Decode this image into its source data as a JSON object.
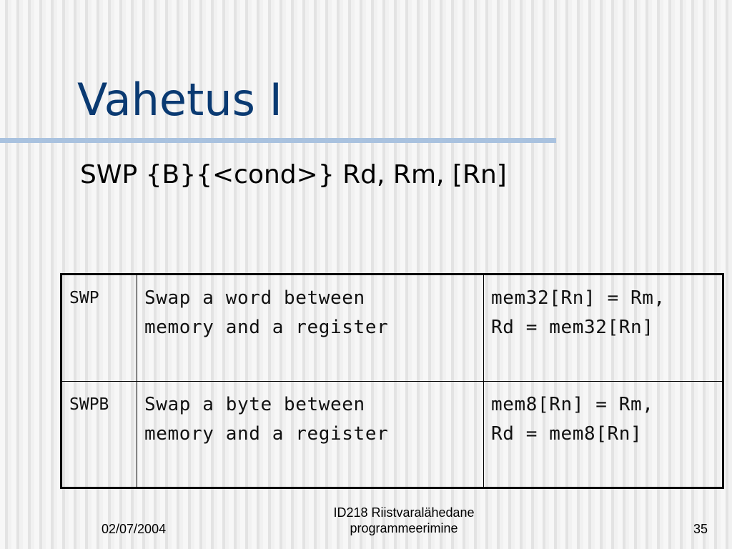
{
  "slide": {
    "title": "Vahetus I",
    "syntax": "SWP {B}{<cond>} Rd, Rm, [Rn]"
  },
  "table": {
    "rows": [
      {
        "mnemonic": "SWP",
        "description": "Swap a word between\nmemory and a register",
        "operation": "mem32[Rn] = Rm,\nRd = mem32[Rn]"
      },
      {
        "mnemonic": "SWPB",
        "description": "Swap a byte between\nmemory and a register",
        "operation": "mem8[Rn] = Rm,\nRd = mem8[Rn]"
      }
    ]
  },
  "footer": {
    "date": "02/07/2004",
    "course_line1": "ID218  Riistvaralähedane",
    "course_line2": "programmeerimine",
    "page_number": "35"
  },
  "colors": {
    "title": "#0a3a72",
    "title_rule": "#a9c2df"
  }
}
